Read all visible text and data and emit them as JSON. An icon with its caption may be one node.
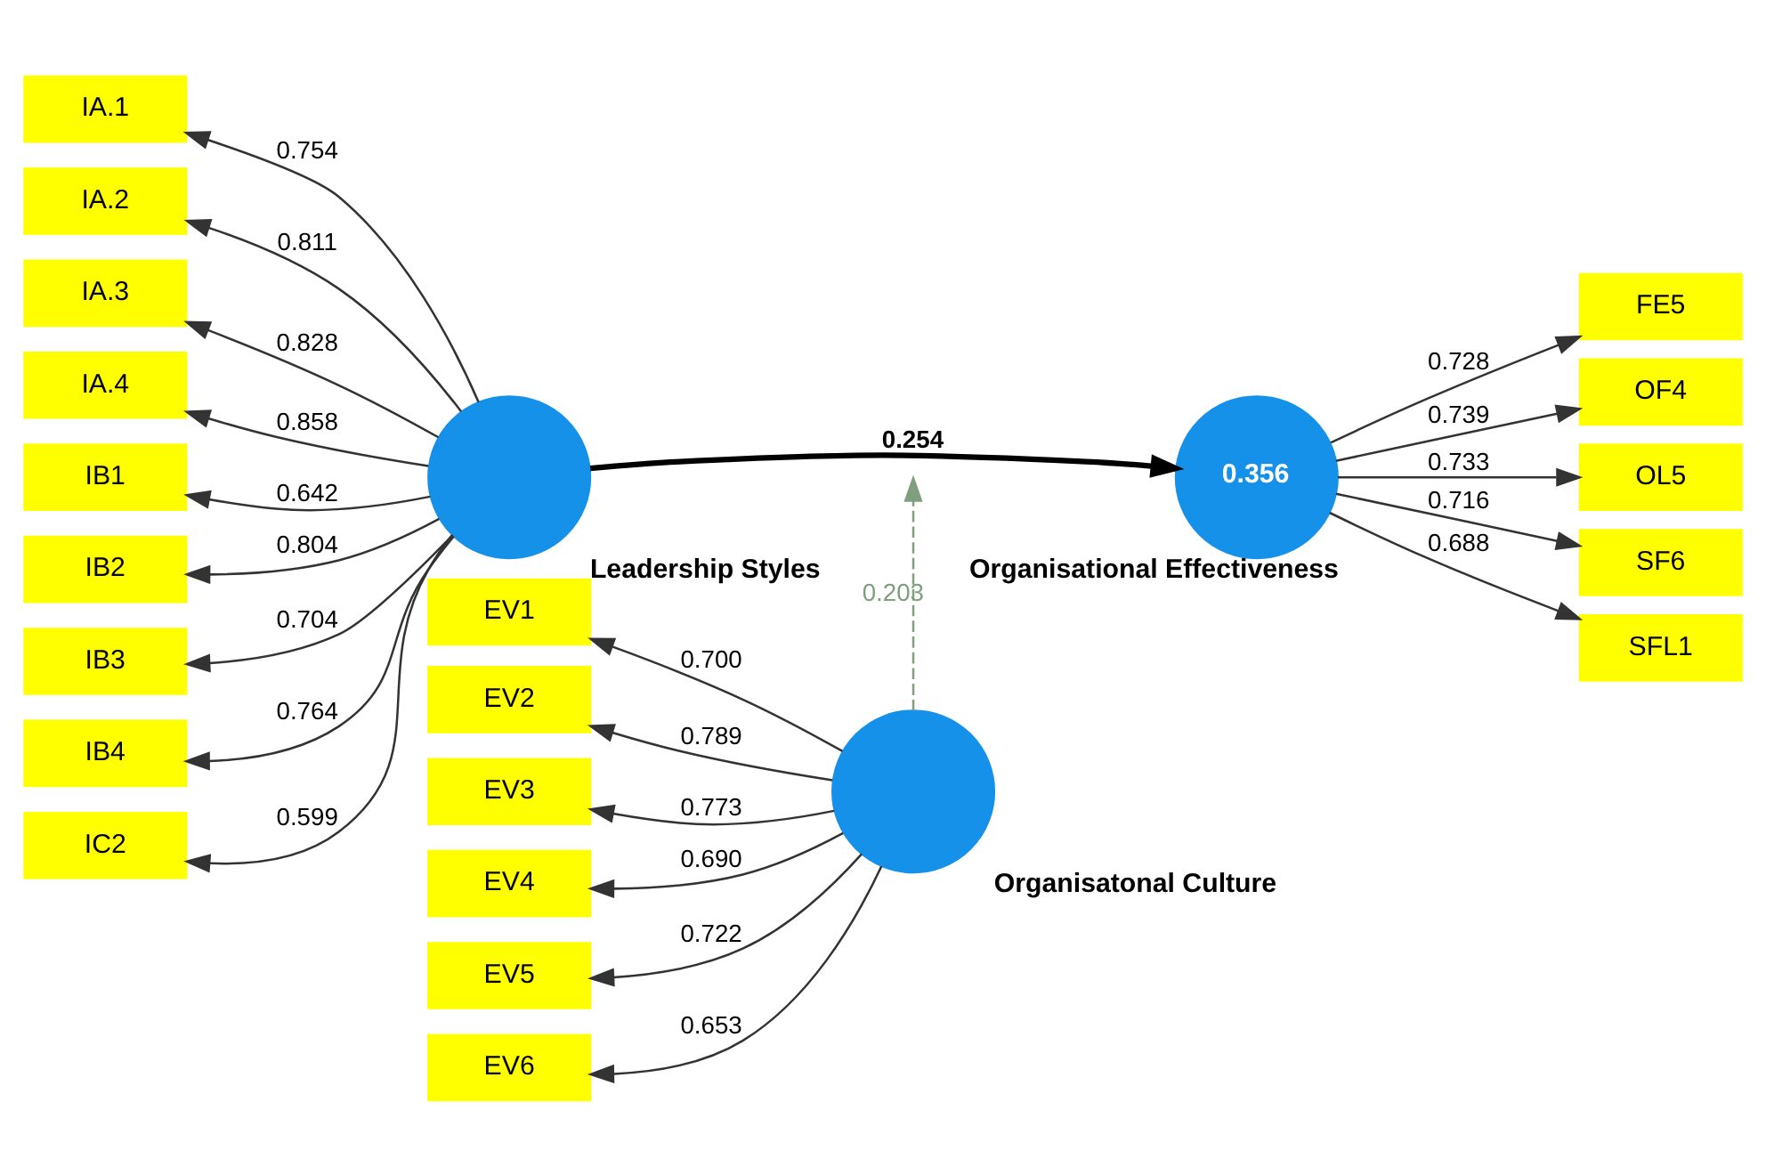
{
  "diagram": {
    "nodes": [
      {
        "text": [
          "IA.1"
        ]
      },
      {
        "text": [
          "IA.2"
        ]
      },
      {
        "text": [
          "IA.3"
        ]
      },
      {
        "text": [
          "IA.4"
        ]
      },
      {
        "text": [
          "IB1"
        ]
      },
      {
        "text": [
          "IB2"
        ]
      },
      {
        "text": [
          "IB3"
        ]
      },
      {
        "text": [
          "IB4"
        ]
      },
      {
        "text": [
          "IC2"
        ]
      },
      {
        "text": [
          "Leadership Styles"
        ]
      },
      {
        "text": [
          "0.356",
          "Organisational Effectiveness"
        ]
      },
      {
        "text": [
          "FE5"
        ]
      },
      {
        "text": [
          "OF4"
        ]
      },
      {
        "text": [
          "OL5"
        ]
      },
      {
        "text": [
          "SF6"
        ]
      },
      {
        "text": [
          "SFL1"
        ]
      },
      {
        "text": [
          "EV1"
        ]
      },
      {
        "text": [
          "EV2"
        ]
      },
      {
        "text": [
          "EV3"
        ]
      },
      {
        "text": [
          "EV4"
        ]
      },
      {
        "text": [
          "EV5"
        ]
      },
      {
        "text": [
          "EV6"
        ]
      },
      {
        "text": [
          "Organisatonal Culture"
        ]
      }
    ],
    "edges": [
      {
        "from": 9,
        "to": 0,
        "arrow": "to",
        "label": "0.754"
      },
      {
        "from": 9,
        "to": 1,
        "arrow": "to",
        "label": "0.811"
      },
      {
        "from": 9,
        "to": 2,
        "arrow": "to",
        "label": "0.828"
      },
      {
        "from": 9,
        "to": 3,
        "arrow": "to",
        "label": "0.858"
      },
      {
        "from": 9,
        "to": 4,
        "arrow": "to",
        "label": "0.642"
      },
      {
        "from": 9,
        "to": 5,
        "arrow": "to",
        "label": "0.804"
      },
      {
        "from": 9,
        "to": 6,
        "arrow": "to",
        "label": "0.704"
      },
      {
        "from": 9,
        "to": 7,
        "arrow": "to",
        "label": "0.764"
      },
      {
        "from": 9,
        "to": 8,
        "arrow": "to",
        "label": "0.599"
      },
      {
        "from": 9,
        "to": 10,
        "arrow": "to",
        "label": "0.254",
        "style": "thick"
      },
      {
        "from": 10,
        "to": 11,
        "arrow": "to",
        "label": "0.728"
      },
      {
        "from": 10,
        "to": 12,
        "arrow": "to",
        "label": "0.739"
      },
      {
        "from": 10,
        "to": 13,
        "arrow": "to",
        "label": "0.733"
      },
      {
        "from": 10,
        "to": 14,
        "arrow": "to",
        "label": "0.716"
      },
      {
        "from": 10,
        "to": 15,
        "arrow": "to",
        "label": "0.688"
      },
      {
        "from": 22,
        "to": 16,
        "arrow": "to",
        "label": "0.700"
      },
      {
        "from": 22,
        "to": 17,
        "arrow": "to",
        "label": "0.789"
      },
      {
        "from": 22,
        "to": 18,
        "arrow": "to",
        "label": "0.773"
      },
      {
        "from": 22,
        "to": 19,
        "arrow": "to",
        "label": "0.690"
      },
      {
        "from": 22,
        "to": 20,
        "arrow": "to",
        "label": "0.722"
      },
      {
        "from": 22,
        "to": 21,
        "arrow": "to",
        "label": "0.653"
      },
      {
        "from": 22,
        "to": null,
        "arrow": "to",
        "label": "0.203",
        "style": "dashed",
        "color": "#7f9f7f"
      }
    ]
  }
}
